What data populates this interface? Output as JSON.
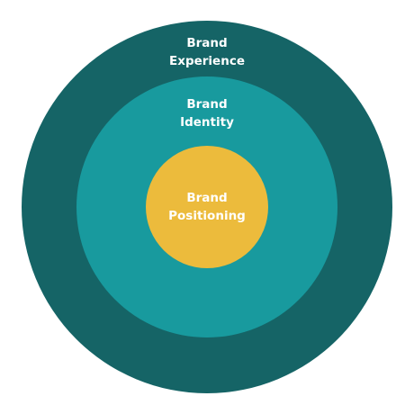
{
  "colors": {
    "background": "#ffffff",
    "outer_ring": "#156466",
    "middle_ring": "#189a9e",
    "inner_circle": "#ecbb3c",
    "label_text": "#ffffff"
  },
  "rings": {
    "outer": {
      "label": "Brand\nExperience"
    },
    "middle": {
      "label": "Brand\nIdentity"
    },
    "inner": {
      "label": "Brand\nPositioning"
    }
  }
}
